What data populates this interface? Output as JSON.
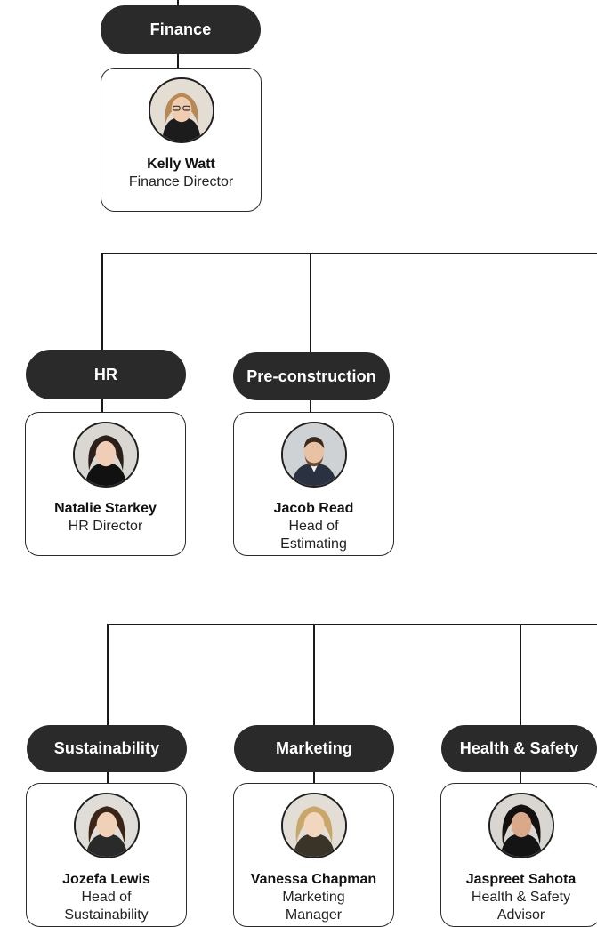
{
  "departments": {
    "finance": {
      "label": "Finance",
      "person": {
        "name": "Kelly Watt",
        "role": "Finance Director"
      }
    },
    "hr": {
      "label": "HR",
      "person": {
        "name": "Natalie Starkey",
        "role": "HR Director"
      }
    },
    "preconstruction": {
      "label": "Pre-construction",
      "person": {
        "name": "Jacob Read",
        "role": "Head of Estimating"
      }
    },
    "sustainability": {
      "label": "Sustainability",
      "person": {
        "name": "Jozefa Lewis",
        "role": "Head of Sustainability"
      }
    },
    "marketing": {
      "label": "Marketing",
      "person": {
        "name": "Vanessa Chapman",
        "role": "Marketing Manager"
      }
    },
    "health_safety": {
      "label": "Health & Safety",
      "person": {
        "name": "Jaspreet Sahota",
        "role": "Health & Safety Advisor"
      }
    }
  },
  "colors": {
    "pill_background": "#2a2a2a",
    "pill_text": "#ffffff",
    "connector": "#1a1a1a",
    "card_border": "#2a2a2a"
  }
}
